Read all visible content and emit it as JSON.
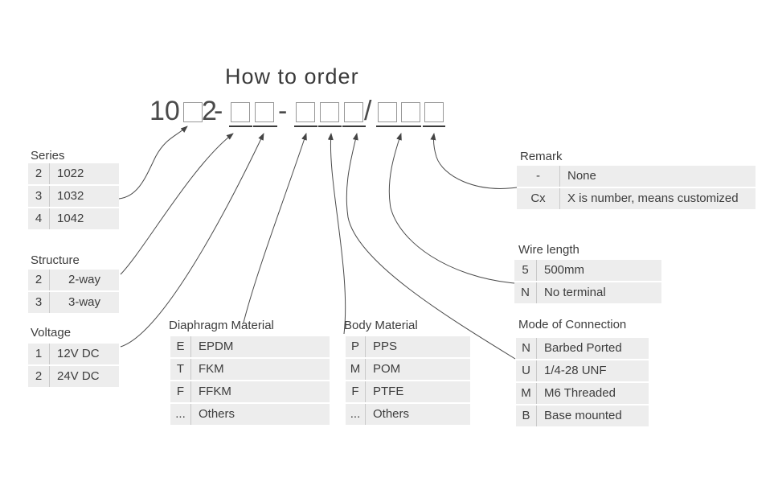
{
  "title": "How to order",
  "order_code": {
    "prefix": "10",
    "fixed_digit": "2",
    "dash": "-",
    "slash": "/"
  },
  "tables": [
    {
      "id": "series",
      "title": "Series",
      "rows": [
        [
          "2",
          "1022"
        ],
        [
          "3",
          "1032"
        ],
        [
          "4",
          "1042"
        ]
      ]
    },
    {
      "id": "structure",
      "title": "Structure",
      "rows": [
        [
          "2",
          "2-way"
        ],
        [
          "3",
          "3-way"
        ]
      ]
    },
    {
      "id": "voltage",
      "title": "Voltage",
      "rows": [
        [
          "1",
          "12V DC"
        ],
        [
          "2",
          "24V DC"
        ]
      ]
    },
    {
      "id": "diaphragm",
      "title": "Diaphragm Material",
      "rows": [
        [
          "E",
          "EPDM"
        ],
        [
          "T",
          "FKM"
        ],
        [
          "F",
          "FFKM"
        ],
        [
          "...",
          "Others"
        ]
      ]
    },
    {
      "id": "body",
      "title": "Body Material",
      "rows": [
        [
          "P",
          "PPS"
        ],
        [
          "M",
          "POM"
        ],
        [
          "F",
          "PTFE"
        ],
        [
          "...",
          "Others"
        ]
      ]
    },
    {
      "id": "connection",
      "title": "Mode of Connection",
      "rows": [
        [
          "N",
          "Barbed Ported"
        ],
        [
          "U",
          "1/4-28 UNF"
        ],
        [
          "M",
          "M6 Threaded"
        ],
        [
          "B",
          "Base mounted"
        ]
      ]
    },
    {
      "id": "wire",
      "title": "Wire length",
      "rows": [
        [
          "5",
          "500mm"
        ],
        [
          "N",
          "No terminal"
        ]
      ]
    },
    {
      "id": "remark",
      "title": "Remark",
      "rows": [
        [
          "-",
          "None"
        ],
        [
          "Cx",
          "X is number, means customized"
        ]
      ]
    }
  ],
  "colors": {
    "cell_bg": "#ededed",
    "line": "#4a4a4a",
    "text": "#3d3d3d",
    "box_border": "#979797"
  }
}
